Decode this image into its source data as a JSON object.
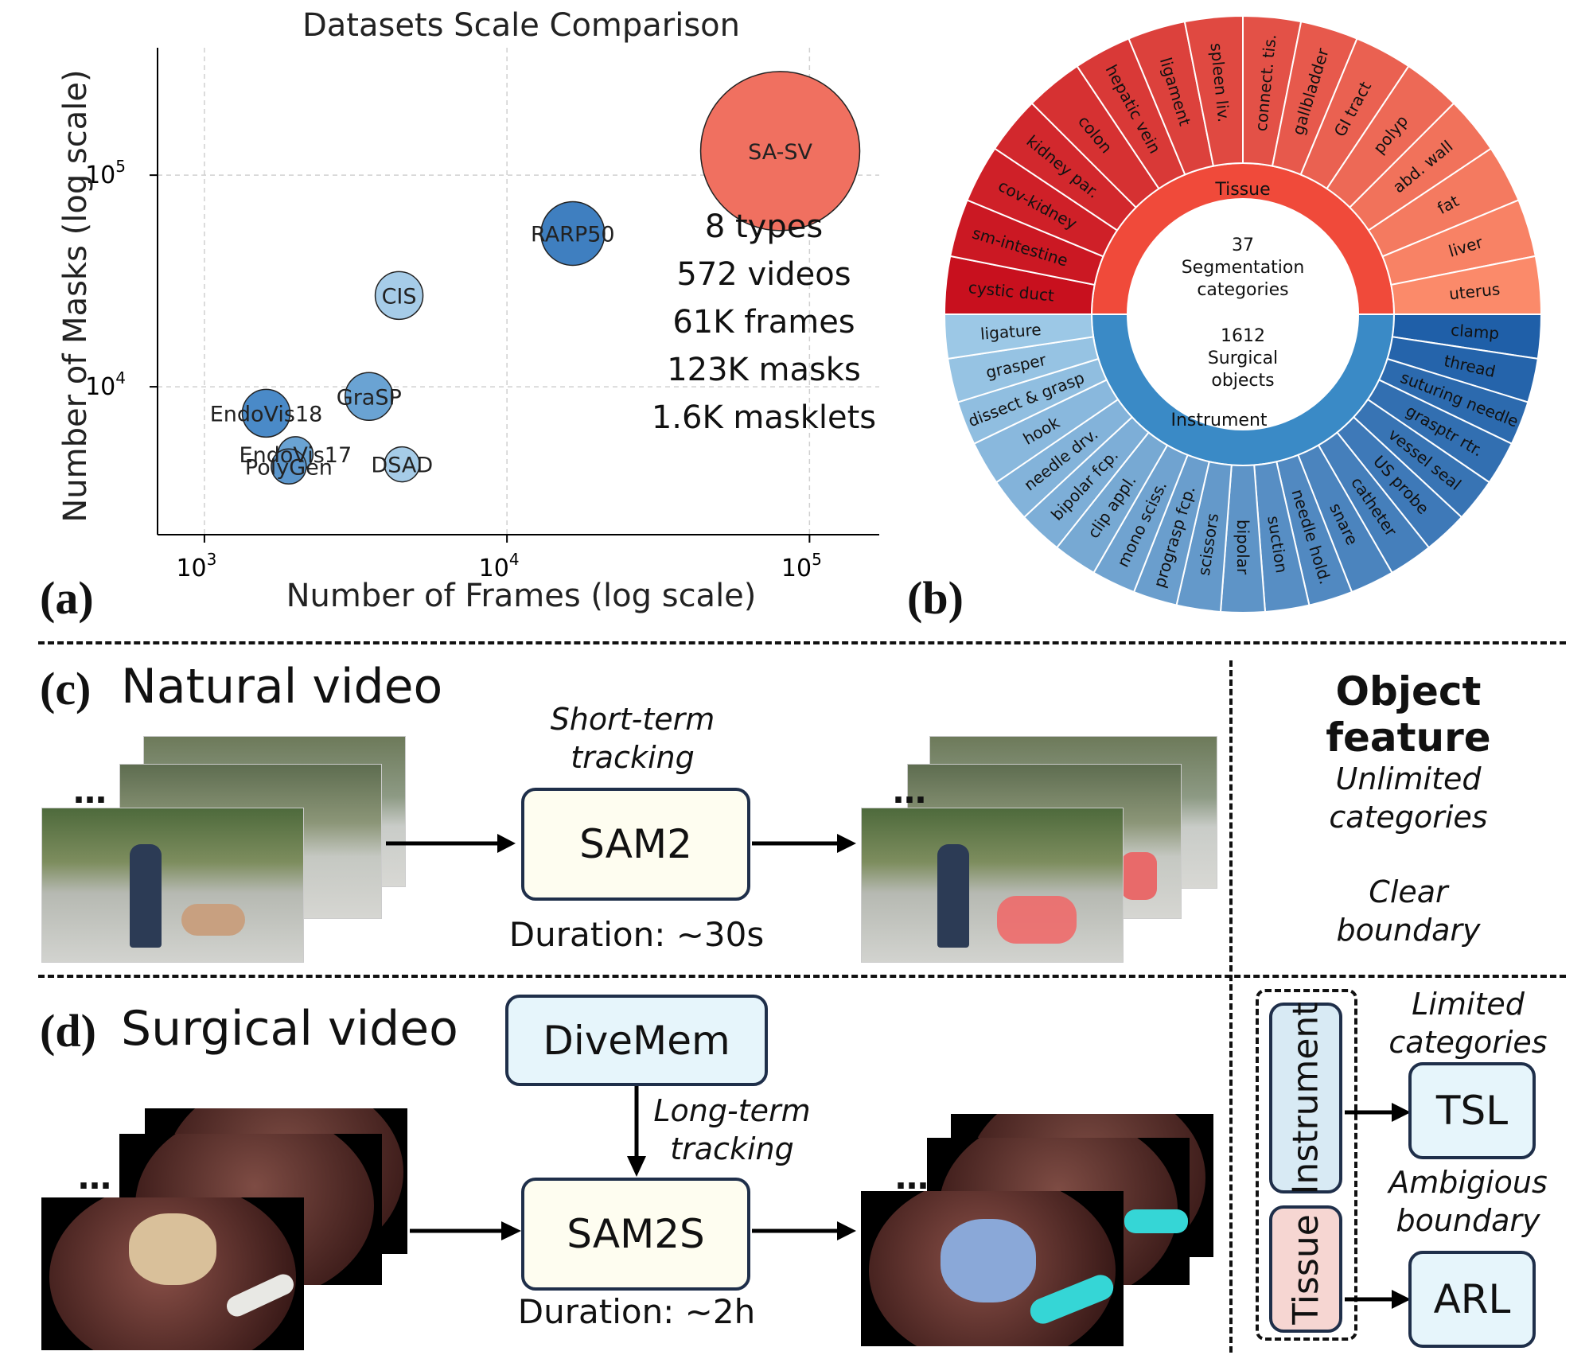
{
  "panel_a": {
    "letter": "(a)",
    "chart_data": {
      "type": "scatter",
      "title": "Datasets Scale Comparison",
      "xlabel": "Number of Frames (log scale)",
      "ylabel": "Number of Masks (log scale)",
      "x_scale": "log",
      "y_scale": "log",
      "xlim": [
        700,
        170000
      ],
      "ylim": [
        2000,
        400000
      ],
      "grid": true,
      "x_ticks": [
        {
          "value": 1000,
          "base": "10",
          "exp": "3"
        },
        {
          "value": 10000,
          "base": "10",
          "exp": "4"
        },
        {
          "value": 100000,
          "base": "10",
          "exp": "5"
        }
      ],
      "y_ticks": [
        {
          "value": 10000,
          "base": "10",
          "exp": "4"
        },
        {
          "value": 100000,
          "base": "10",
          "exp": "5"
        }
      ],
      "points": [
        {
          "name": "SA-SV",
          "x": 80000,
          "y": 130000,
          "size_rank": 7,
          "color": "#f07060"
        },
        {
          "name": "RARP50",
          "x": 16500,
          "y": 53000,
          "size_rank": 4,
          "color": "#3f7fc0"
        },
        {
          "name": "CIS",
          "x": 4400,
          "y": 27000,
          "size_rank": 3,
          "color": "#a6cce8"
        },
        {
          "name": "GraSP",
          "x": 3500,
          "y": 9000,
          "size_rank": 3,
          "color": "#6aa3d3"
        },
        {
          "name": "EndoVis18",
          "x": 1600,
          "y": 7500,
          "size_rank": 3,
          "color": "#4a8ac8"
        },
        {
          "name": "EndoVis17",
          "x": 2000,
          "y": 4800,
          "size_rank": 2,
          "color": "#6aa3d3"
        },
        {
          "name": "PolyGen",
          "x": 1900,
          "y": 4200,
          "size_rank": 2,
          "color": "#5b96cc"
        },
        {
          "name": "DSAD",
          "x": 4500,
          "y": 4300,
          "size_rank": 2,
          "color": "#a6cce8"
        }
      ],
      "annotations": [
        "8 types",
        "572 videos",
        "61K frames",
        "123K masks",
        "1.6K masklets"
      ]
    }
  },
  "panel_b": {
    "letter": "(b)",
    "chart_data": {
      "type": "sunburst",
      "center_text_top": [
        "37",
        "Segmentation",
        "categories"
      ],
      "center_text_bottom": [
        "1612",
        "Surgical",
        "objects"
      ],
      "inner": [
        {
          "name": "Tissue",
          "color": "#f04a3a"
        },
        {
          "name": "Instrument",
          "color": "#3a8ac6"
        }
      ],
      "tissue_segments": [
        "cystic duct",
        "sm-intestine",
        "cov-kidney",
        "kidney par.",
        "colon",
        "hepatic vein",
        "ligament",
        "spleen liv.",
        "connect. tis.",
        "gallbladder",
        "GI tract",
        "polyp",
        "abd. wall",
        "fat",
        "liver",
        "uterus"
      ],
      "instrument_segments": [
        "clamp",
        "thread",
        "suturing needle",
        "grasptr rtr.",
        "vessel seal",
        "US probe",
        "catheter",
        "snare",
        "needle hold.",
        "suction",
        "bipolar",
        "scissors",
        "prograsp fcp.",
        "mono sciss.",
        "clip appl.",
        "bipolar fcp.",
        "needle drv.",
        "hook",
        "dissect & grasp",
        "grasper",
        "ligature"
      ]
    }
  },
  "panel_c": {
    "letter": "(c)",
    "title": "Natural video",
    "tracking_label": "Short-term tracking",
    "tracking_line1": "Short-term",
    "tracking_line2": "tracking",
    "model": "SAM2",
    "duration": "Duration: ~30s",
    "ellipsis": "…"
  },
  "panel_d": {
    "letter": "(d)",
    "title": "Surgical video",
    "memory_module": "DiveMem",
    "tracking_line1": "Long-term",
    "tracking_line2": "tracking",
    "model": "SAM2S",
    "duration": "Duration: ~2h",
    "ellipsis": "…"
  },
  "object_feature": {
    "title": "Object feature",
    "natural_features": [
      {
        "line1": "Unlimited",
        "line2": "categories"
      },
      {
        "line1": "Clear",
        "line2": "boundary"
      }
    ],
    "instrument_label": "Instrument",
    "tissue_label": "Tissue",
    "instrument_feature": {
      "line1": "Limited",
      "line2": "categories"
    },
    "tissue_feature": {
      "line1": "Ambigious",
      "line2": "boundary"
    },
    "instrument_module": "TSL",
    "tissue_module": "ARL",
    "colors": {
      "instrument_box": "#d8eaf4",
      "tissue_box": "#f6d6d2",
      "module_box": "#e6f5fb"
    }
  }
}
